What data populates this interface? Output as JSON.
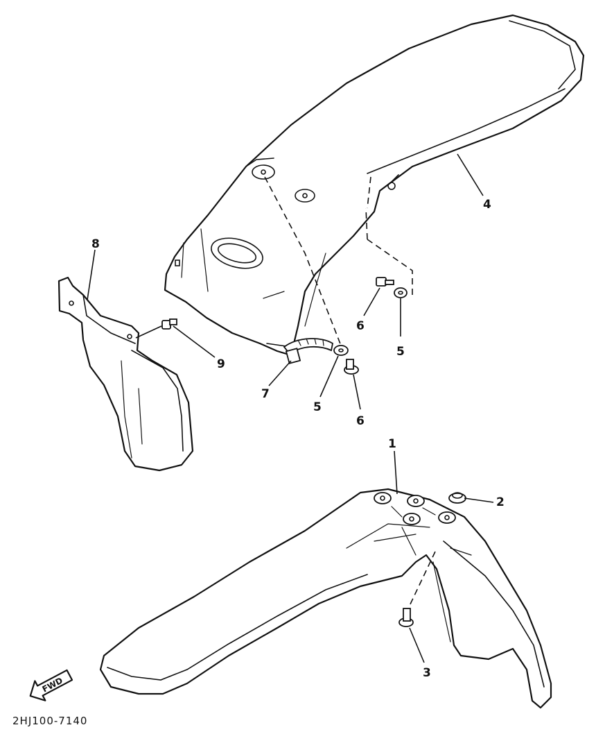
{
  "callouts": {
    "c1": "1",
    "c2": "2",
    "c3": "3",
    "c4": "4",
    "c5a": "5",
    "c5b": "5",
    "c6a": "6",
    "c6b": "6",
    "c7": "7",
    "c8": "8",
    "c9": "9"
  },
  "fwd_arrow": {
    "label": "FWD"
  },
  "diagram_code": "2HJ100-7140"
}
